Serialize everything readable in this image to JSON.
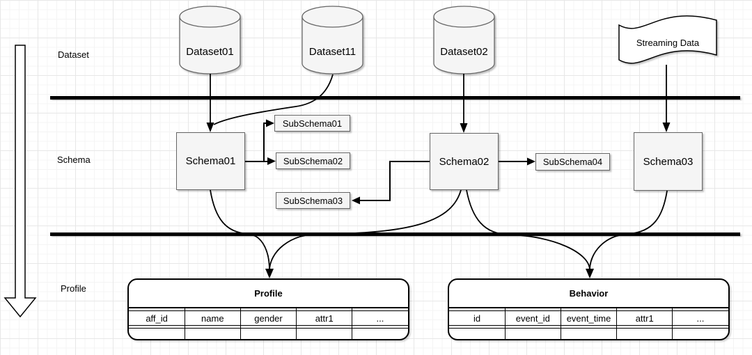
{
  "diagram": {
    "lane_labels": {
      "dataset": "Dataset",
      "schema": "Schema",
      "profile": "Profile"
    },
    "nodes": {
      "dataset01": "Dataset01",
      "dataset11": "Dataset11",
      "dataset02": "Dataset02",
      "streaming": "Streaming Data",
      "schema01": "Schema01",
      "schema02": "Schema02",
      "schema03": "Schema03",
      "subschema01": "SubSchema01",
      "subschema02": "SubSchema02",
      "subschema03": "SubSchema03",
      "subschema04": "SubSchema04"
    },
    "tables": {
      "profile": {
        "title": "Profile",
        "columns": [
          "aff_id",
          "name",
          "gender",
          "attr1",
          "..."
        ]
      },
      "behavior": {
        "title": "Behavior",
        "columns": [
          "id",
          "event_id",
          "event_time",
          "attr1",
          "..."
        ]
      }
    },
    "colors": {
      "node_fill": "#f5f5f5",
      "node_border": "#666666",
      "line": "#000000",
      "grid_minor": "#f4f4f4",
      "grid_major": "#e7e7e7"
    }
  }
}
